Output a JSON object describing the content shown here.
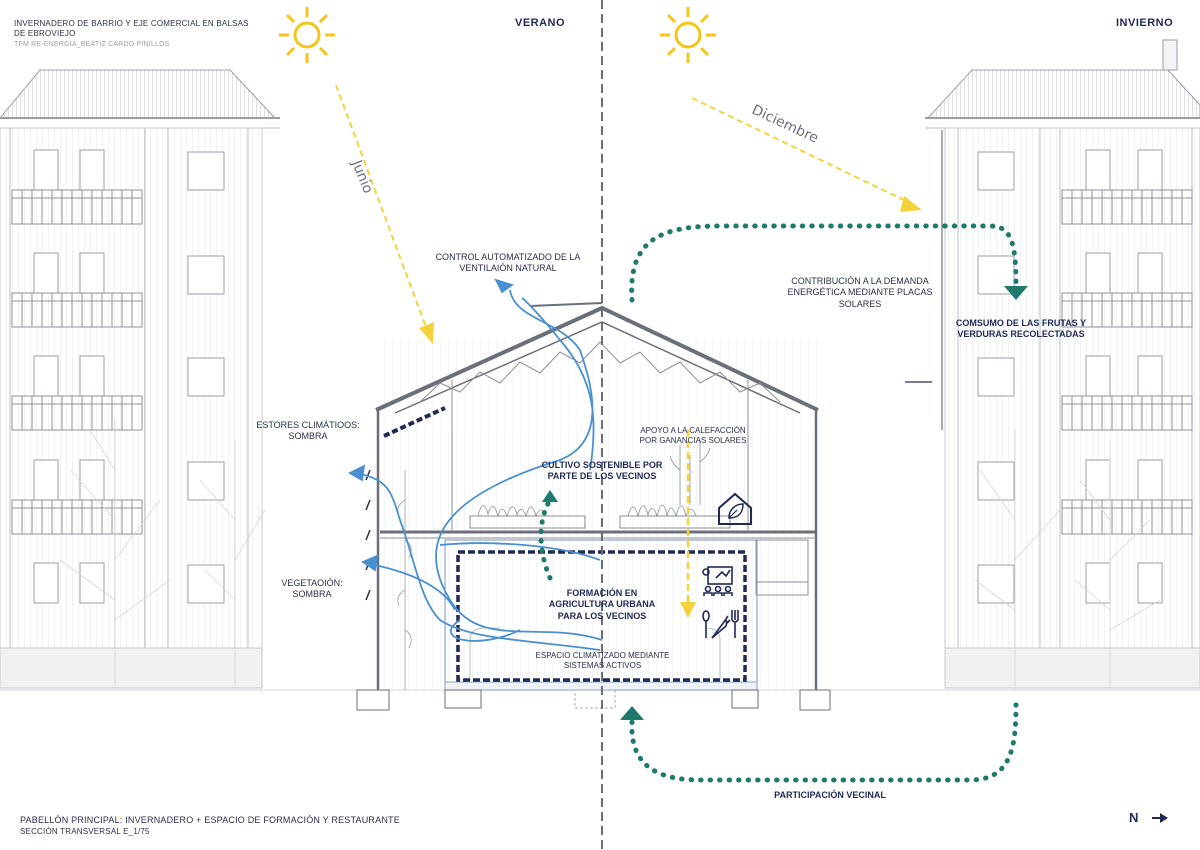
{
  "header": {
    "title_line1": "INVERNADERO DE BARRIO Y EJE COMERCIAL EN BALSAS",
    "title_line2": "DE EBROVIEJO",
    "author": "TFM RE-ENERGIA_BEATIZ CARDO PINILLOS"
  },
  "seasons": {
    "summer": "VERANO",
    "winter": "INVIERNO"
  },
  "months": {
    "june": "Junio",
    "december": "Diciembre"
  },
  "labels": {
    "ventilation_line1": "CONTROL AUTOMATIZADO DE LA",
    "ventilation_line2": "VENTILAIÓN  NATURAL",
    "blinds_line1": "ESTORES CLIMÁTIOOS:",
    "blinds_line2": "SOMBRA",
    "vegetation_line1": "VEGETAOIÓN:",
    "vegetation_line2": "SOMBRA",
    "cultivation_line1": "CULTIVO SOSTENIBLE POR",
    "cultivation_line2": "PARTE DE LOS VECINOS",
    "heating_line1": "APOYO A LA CALEFACCIÓN",
    "heating_line2": "POR GANANCIAS SOLARES",
    "training_line1": "FORMACIÓN EN",
    "training_line2": "AGRICULTURA URBANA",
    "training_line3": "PARA LOS VECINOS",
    "climate_line1": "ESPACIO CLIMATIZADO MEDIANTE",
    "climate_line2": "SISTEMAS ACTIVOS",
    "energy_line1": "CONTRIBUCIÓN A LA DEMANDA",
    "energy_line2": "ENERGÉTICA MEDIANTE PLACAS",
    "energy_line3": "SOLARES",
    "consumption_line1": "COMSUMO DE LAS FRUTAS Y",
    "consumption_line2": "VERDURAS RECOLECTADAS",
    "participation": "PARTICIPACIÓN VECINAL"
  },
  "footer": {
    "line1": "PABELLÓN PRINCIPAL: INVERNADERO + ESPACIO DE FORMACIÓN Y RESTAURANTE",
    "line2": "SECCIÓN TRANSVERSAL E_1/75",
    "north": "N"
  },
  "colors": {
    "sun": "#f5c518",
    "sun_ray": "#f3d23c",
    "air_flow": "#4a90d0",
    "participation_flow": "#1f7a6b",
    "climate_box": "#1f2a55",
    "ink": "#2a2f4a",
    "building": "#b9bcc4"
  },
  "icons": [
    "sun-icon",
    "house-leaf-icon",
    "teaching-board-icon",
    "utensils-carrot-icon",
    "north-arrow-icon"
  ]
}
